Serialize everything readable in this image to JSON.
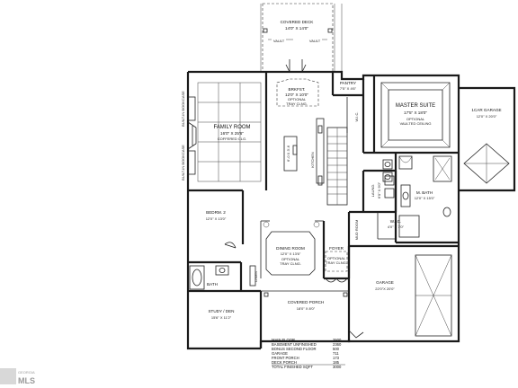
{
  "rooms": {
    "covered_deck": {
      "name": "COVERED DECK",
      "dim": "14'0\" X 14'0\"",
      "vault_left": "VAULT",
      "vault_right": "VAULT"
    },
    "pantry": {
      "name": "PANTRY",
      "dim": "7'5\" X 4'6\""
    },
    "breakfast": {
      "name": "BRKFST.",
      "dim": "12'0\" X 10'0\"",
      "note1": "OPTIONAL",
      "note2": "TRAY CLNG."
    },
    "family_room": {
      "name": "FAMILY ROOM",
      "dim": "16'0\" X 25'6\"",
      "note": "COFFERED CLG."
    },
    "kitchen": {
      "name": "KITCHEN",
      "island": "6'-0 X 3'-6"
    },
    "master_suite": {
      "name": "MASTER SUITE",
      "dim": "17'5\" X 18'0\"",
      "note1": "OPTIONAL",
      "note2": "VAULTED CEILING"
    },
    "one_car_garage": {
      "name": "1CAR GARAGE",
      "dim": "12'0\" X 20'0\""
    },
    "wic_top": {
      "name": "W.I.C."
    },
    "laund": {
      "name": "LAUND.",
      "dim": "6'0\" X 9'0\""
    },
    "m_bath": {
      "name": "M. BATH",
      "dim": "12'0\" X 15'0\""
    },
    "wic_bottom": {
      "name": "W.I.C.",
      "dim": "4'0\" X 7'0\""
    },
    "mud_room": {
      "name": "MUD ROOM"
    },
    "bedroom2": {
      "name": "BEDRM. 2",
      "dim": "12'0\" X 13'0\""
    },
    "dining_room": {
      "name": "DINING ROOM",
      "dim": "12'0\" X 13'6\"",
      "note1": "OPTIONAL",
      "note2": "TRAY CLNG."
    },
    "foyer": {
      "name": "FOYER",
      "note1": "OPTIONAL",
      "note2": "TRAY CLNG."
    },
    "bath": {
      "name": "BATH"
    },
    "linen": {
      "name": "LINEN"
    },
    "garage": {
      "name": "GARAGE",
      "dim": "22'0\"X 20'0\""
    },
    "covered_porch": {
      "name": "COVERED PORCH",
      "dim": "18'0\" X 8'0\""
    },
    "study": {
      "name": "STUDY / DEN",
      "dim": "15'6\" X 11'2\""
    },
    "built_in_top": {
      "name": "BUILT-IN BOOKCASE"
    },
    "built_in_bottom": {
      "name": "BUILT-IN BOOKCASE"
    }
  },
  "area_table": [
    {
      "label": "MAIN FLOOR",
      "value": "2500"
    },
    {
      "label": "BASEMENT UNFINISHED",
      "value": "2360"
    },
    {
      "label": "BONUS SECOND FLOOR",
      "value": "500"
    },
    {
      "label": "GARAGE",
      "value": "711"
    },
    {
      "label": "FRONT PORCH",
      "value": "173"
    },
    {
      "label": "DECK PORCH",
      "value": "185"
    },
    {
      "label": "TOTAL FINISHED SQFT",
      "value": "3000"
    }
  ],
  "watermark": {
    "small": "GEORGIA",
    "main": "MLS"
  }
}
